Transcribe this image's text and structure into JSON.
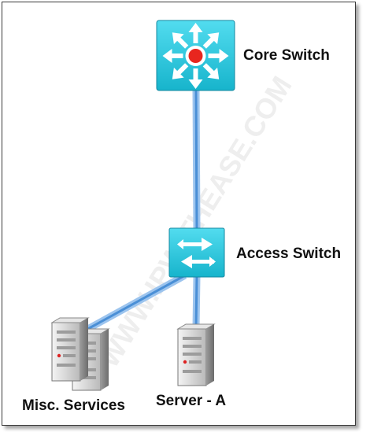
{
  "diagram": {
    "nodes": {
      "core_switch": {
        "label": "Core Switch",
        "icon": "multilayer-switch-icon"
      },
      "access_switch": {
        "label": "Access Switch",
        "icon": "workgroup-switch-icon"
      },
      "misc_services": {
        "label": "Misc. Services",
        "icon": "server-group-icon"
      },
      "server_a": {
        "label": "Server - A",
        "icon": "server-icon"
      }
    },
    "links": [
      {
        "from": "core_switch",
        "to": "access_switch"
      },
      {
        "from": "access_switch",
        "to": "misc_services"
      },
      {
        "from": "access_switch",
        "to": "server_a"
      }
    ],
    "watermark": "WWW.IPWITHEASE.COM",
    "colors": {
      "switch_fill": "#22c8df",
      "link": "#4a8fd6",
      "center_dot": "#e8261e"
    }
  }
}
